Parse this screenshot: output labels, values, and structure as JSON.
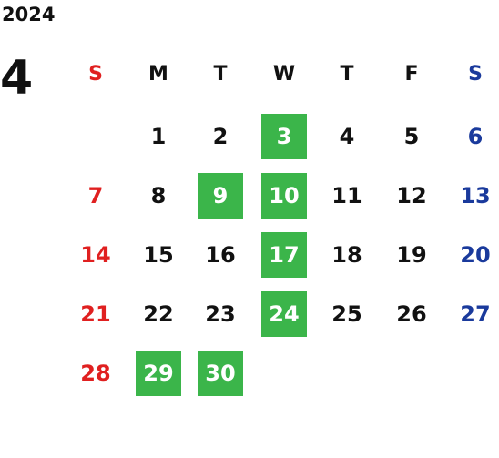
{
  "calendar": {
    "year": "2024",
    "month": "4",
    "weekdays": [
      "S",
      "M",
      "T",
      "W",
      "T",
      "F",
      "S"
    ],
    "weeks": [
      [
        "",
        "1",
        "2",
        "3",
        "4",
        "5",
        "6"
      ],
      [
        "7",
        "8",
        "9",
        "10",
        "11",
        "12",
        "13"
      ],
      [
        "14",
        "15",
        "16",
        "17",
        "18",
        "19",
        "20"
      ],
      [
        "21",
        "22",
        "23",
        "24",
        "25",
        "26",
        "27"
      ],
      [
        "28",
        "29",
        "30",
        "",
        "",
        "",
        ""
      ]
    ],
    "highlighted_days": [
      "3",
      "9",
      "10",
      "17",
      "24",
      "29",
      "30"
    ]
  },
  "colors": {
    "highlight_bg": "#3bb54a",
    "sunday": "#e02020",
    "saturday": "#1a3a9c",
    "weekday": "#111111"
  }
}
